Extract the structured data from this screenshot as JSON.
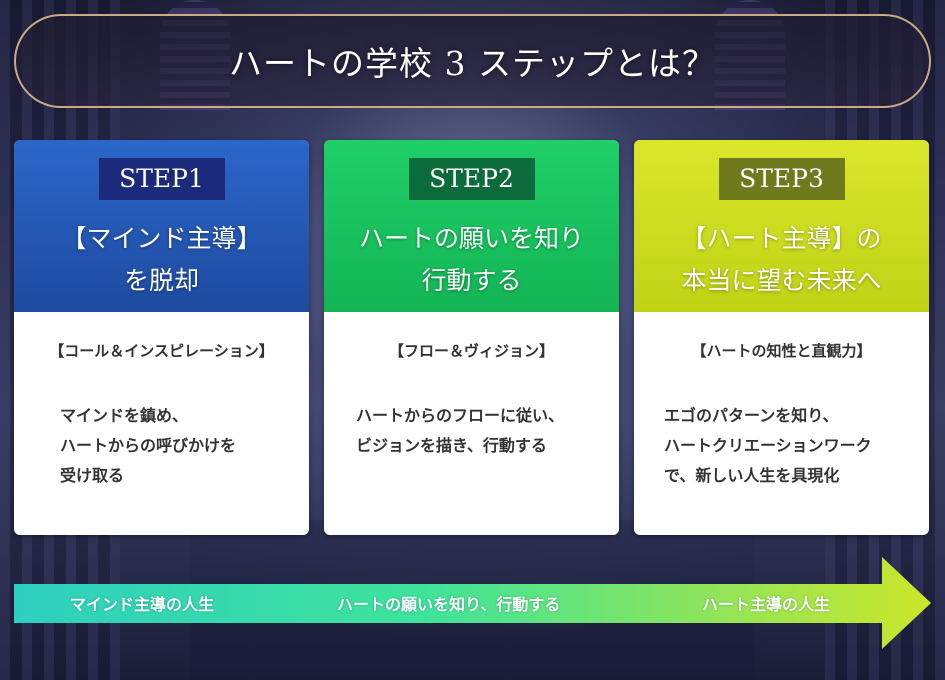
{
  "title": "ハートの学校 3 ステップとは？",
  "steps": [
    {
      "badge": "STEP1",
      "heading": [
        "【マインド主導】",
        "を脱却"
      ],
      "subtitle": "【コール＆インスピレーション】",
      "body": [
        "マインドを鎮め、",
        "ハートからの呼びかけを",
        "受け取る"
      ],
      "color": "#1e4aa0"
    },
    {
      "badge": "STEP2",
      "heading": [
        "ハートの願いを知り",
        "行動する"
      ],
      "subtitle": "【フロー＆ヴィジョン】",
      "body": [
        "ハートからのフローに従い、",
        "ビジョンを描き、行動する"
      ],
      "color": "#13b555"
    },
    {
      "badge": "STEP3",
      "heading": [
        "【ハート主導】の",
        "本当に望む未来へ"
      ],
      "subtitle": "【ハートの知性と直観力】",
      "body": [
        "エゴのパターンを知り、",
        "ハートクリエーションワーク",
        "で、新しい人生を具現化"
      ],
      "color": "#bfd315"
    }
  ],
  "arrow": {
    "labels": [
      "マインド主導の人生",
      "ハートの願いを知り、行動する",
      "ハート主導の人生"
    ],
    "color_start": "#2ecfc0",
    "color_end": "#cde62a"
  }
}
